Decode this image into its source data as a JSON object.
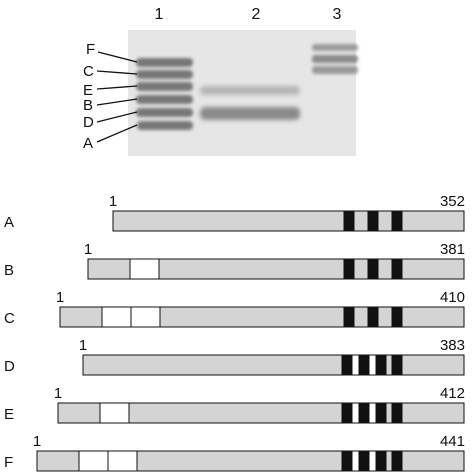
{
  "gel": {
    "lane_labels": [
      "1",
      "2",
      "3"
    ],
    "band_labels": [
      "F",
      "C",
      "E",
      "B",
      "D",
      "A"
    ],
    "colors": {
      "background": "#e9e9e9",
      "band": "#7a7a7a"
    }
  },
  "constructs": [
    {
      "label": "A",
      "start": "1",
      "end": "352",
      "segments": [
        "gray",
        "black",
        "gray",
        "black",
        "gray",
        "black",
        "gray"
      ]
    },
    {
      "label": "B",
      "start": "1",
      "end": "381",
      "segments": [
        "gray",
        "white",
        "gray",
        "black",
        "gray",
        "black",
        "gray",
        "black",
        "gray"
      ]
    },
    {
      "label": "C",
      "start": "1",
      "end": "410",
      "segments": [
        "gray",
        "white",
        "white",
        "gray",
        "black",
        "gray",
        "black",
        "gray",
        "black",
        "gray"
      ]
    },
    {
      "label": "D",
      "start": "1",
      "end": "383",
      "segments": [
        "gray",
        "black",
        "white",
        "black",
        "white",
        "black",
        "gray",
        "black",
        "gray"
      ]
    },
    {
      "label": "E",
      "start": "1",
      "end": "412",
      "segments": [
        "gray",
        "white",
        "gray",
        "black",
        "white",
        "black",
        "white",
        "black",
        "gray",
        "black",
        "gray"
      ]
    },
    {
      "label": "F",
      "start": "1",
      "end": "441",
      "segments": [
        "gray",
        "white",
        "white",
        "gray",
        "black",
        "white",
        "black",
        "white",
        "black",
        "gray",
        "black",
        "gray"
      ]
    }
  ],
  "colors": {
    "gray": "#d4d4d4",
    "black": "#111111",
    "white": "#ffffff",
    "outline": "#111111"
  }
}
